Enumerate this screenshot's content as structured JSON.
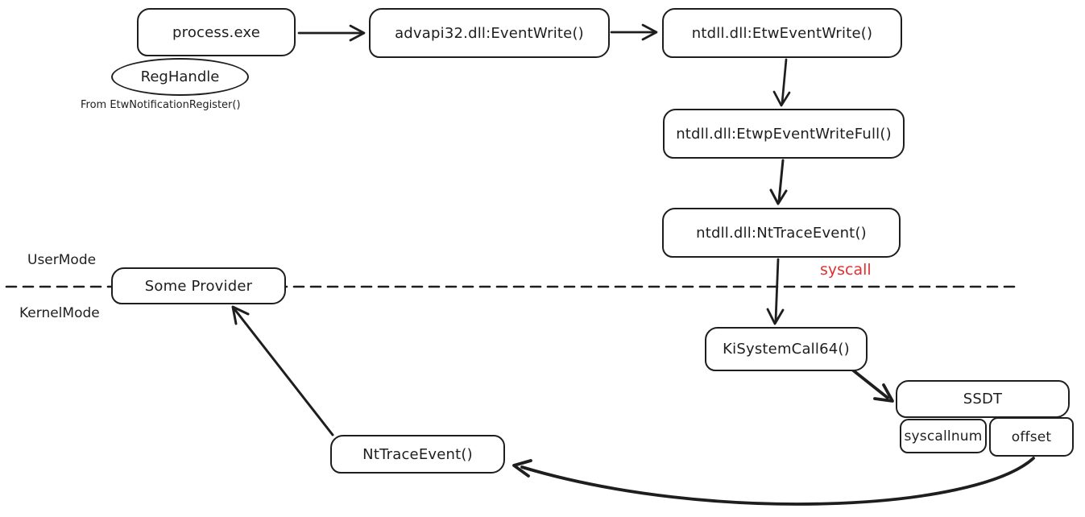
{
  "colors": {
    "stroke": "#1e1e1e",
    "syscall_red": "#e03131",
    "background": "#ffffff"
  },
  "nodes": {
    "process": {
      "label": "process.exe"
    },
    "reg_handle": {
      "label": "RegHandle",
      "note": "From EtwNotificationRegister()"
    },
    "advapi_event_write": {
      "label": "advapi32.dll:EventWrite()"
    },
    "ntdll_etw_event_write": {
      "label": "ntdll.dll:EtwEventWrite()"
    },
    "ntdll_etwp_event_write_full": {
      "label": "ntdll.dll:EtwpEventWriteFull()"
    },
    "ntdll_nt_trace_event": {
      "label": "ntdll.dll:NtTraceEvent()"
    },
    "some_provider": {
      "label": "Some Provider"
    },
    "ki_system_call64": {
      "label": "KiSystemCall64()"
    },
    "ssdt": {
      "label": "SSDT"
    },
    "syscallnum": {
      "label": "syscallnum"
    },
    "offset": {
      "label": "offset"
    },
    "nt_trace_event_kernel": {
      "label": "NtTraceEvent()"
    }
  },
  "labels": {
    "user_mode": "UserMode",
    "kernel_mode": "KernelMode",
    "syscall": "syscall"
  }
}
